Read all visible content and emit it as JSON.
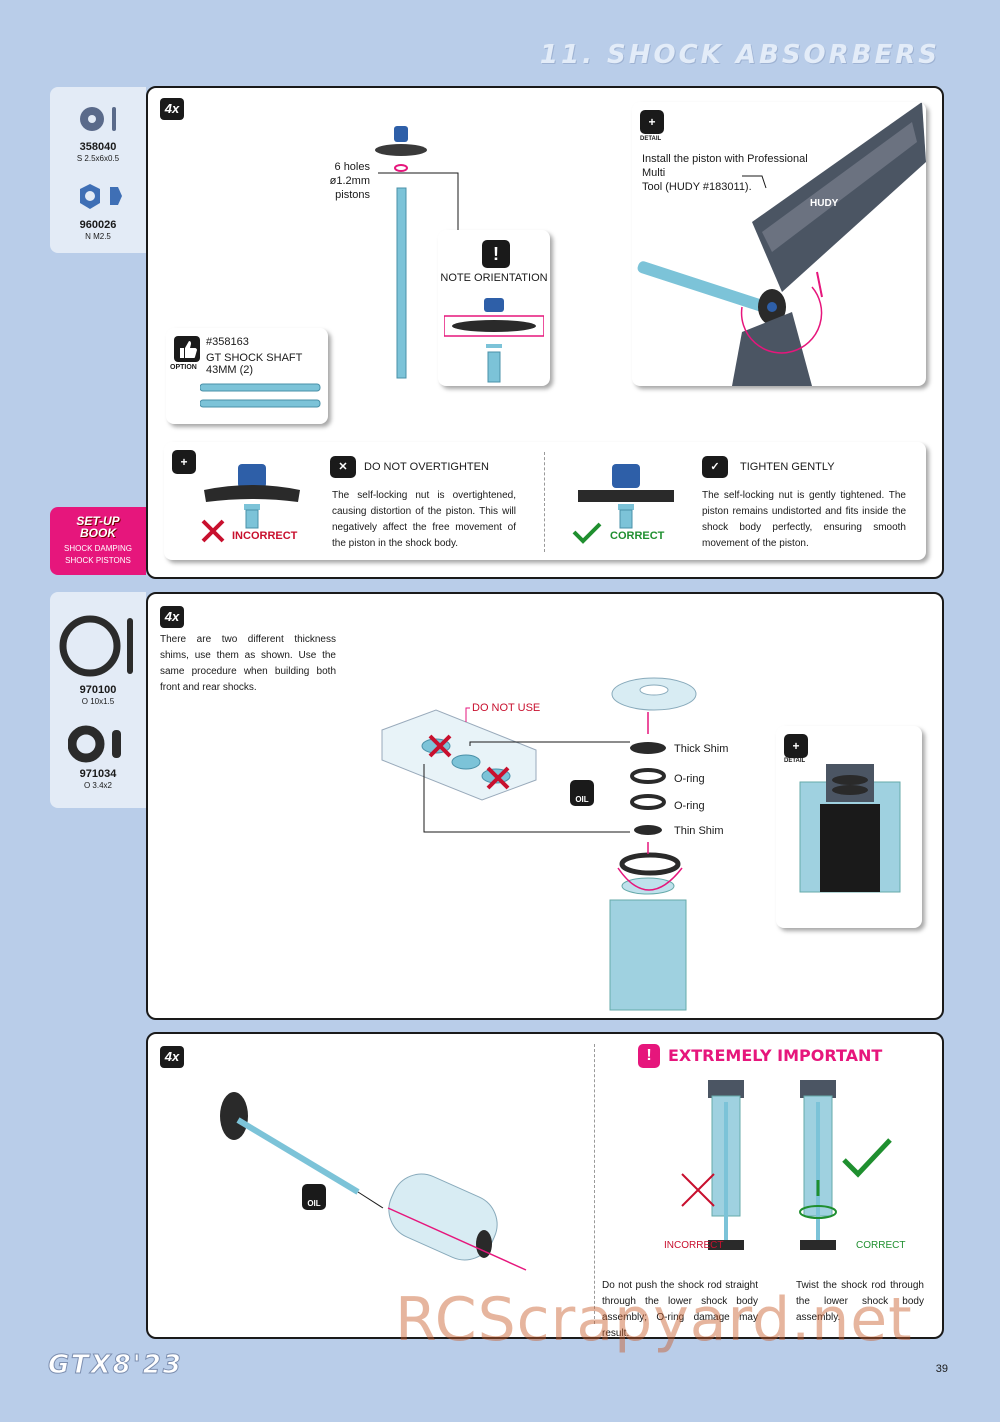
{
  "page": {
    "title": "11. SHOCK ABSORBERS",
    "page_number": "39",
    "footer_logo": "GTX8'23",
    "watermark": "RCScrapyard.net"
  },
  "parts1": [
    {
      "code": "358040",
      "size": "S 2.5x6x0.5"
    },
    {
      "code": "960026",
      "size": "N M2.5"
    }
  ],
  "parts2": [
    {
      "code": "970100",
      "size": "O 10x1.5"
    },
    {
      "code": "971034",
      "size": "O 3.4x2"
    }
  ],
  "setup_book": {
    "title1": "SET-UP",
    "title2": "BOOK",
    "line1": "SHOCK DAMPING",
    "line2": "SHOCK PISTONS"
  },
  "step1": {
    "qty": "4x",
    "holes_label_1": "6 holes",
    "holes_label_2": "ø1.2mm pistons",
    "note": "NOTE ORIENTATION",
    "option_tag": "OPTION",
    "option_code": "#358163",
    "option_name": "GT SHOCK SHAFT 43MM (2)",
    "detail_tag": "DETAIL",
    "detail_text_1": "Install the piston with Professional Multi",
    "detail_text_2": "Tool (HUDY #183011).",
    "tool_brand": "HUDY",
    "incorrect_label": "INCORRECT",
    "incorrect_title": "DO NOT OVERTIGHTEN",
    "incorrect_text": "The self-locking nut is overtightened, causing distortion of the piston. This will negatively affect the free movement of the piston in the shock body.",
    "correct_label": "CORRECT",
    "correct_title": "TIGHTEN GENTLY",
    "correct_text": "The self-locking nut is gently tightened. The piston remains undistorted and fits inside the shock body perfectly, ensuring smooth movement of the piston."
  },
  "step2": {
    "qty": "4x",
    "intro": "There are two different thickness shims, use them as shown. Use the same procedure when building both front and rear shocks.",
    "do_not_use": "DO NOT USE",
    "thick_shim": "Thick Shim",
    "oring1": "O-ring",
    "oring2": "O-ring",
    "thin_shim": "Thin Shim",
    "oil_tag": "OIL",
    "detail_tag": "DETAIL"
  },
  "step3": {
    "qty": "4x",
    "oil_tag": "OIL",
    "important_title": "EXTREMELY IMPORTANT",
    "incorrect_label": "INCORRECT",
    "correct_label": "CORRECT",
    "incorrect_text": "Do not push the shock rod straight through the lower shock body assembly; O-ring damage may result.",
    "correct_text": "Twist the shock rod through the lower shock body assembly."
  },
  "colors": {
    "accent": "#e6167c",
    "blue_part": "#5fb6cf",
    "page_bg": "#b9cde9"
  }
}
